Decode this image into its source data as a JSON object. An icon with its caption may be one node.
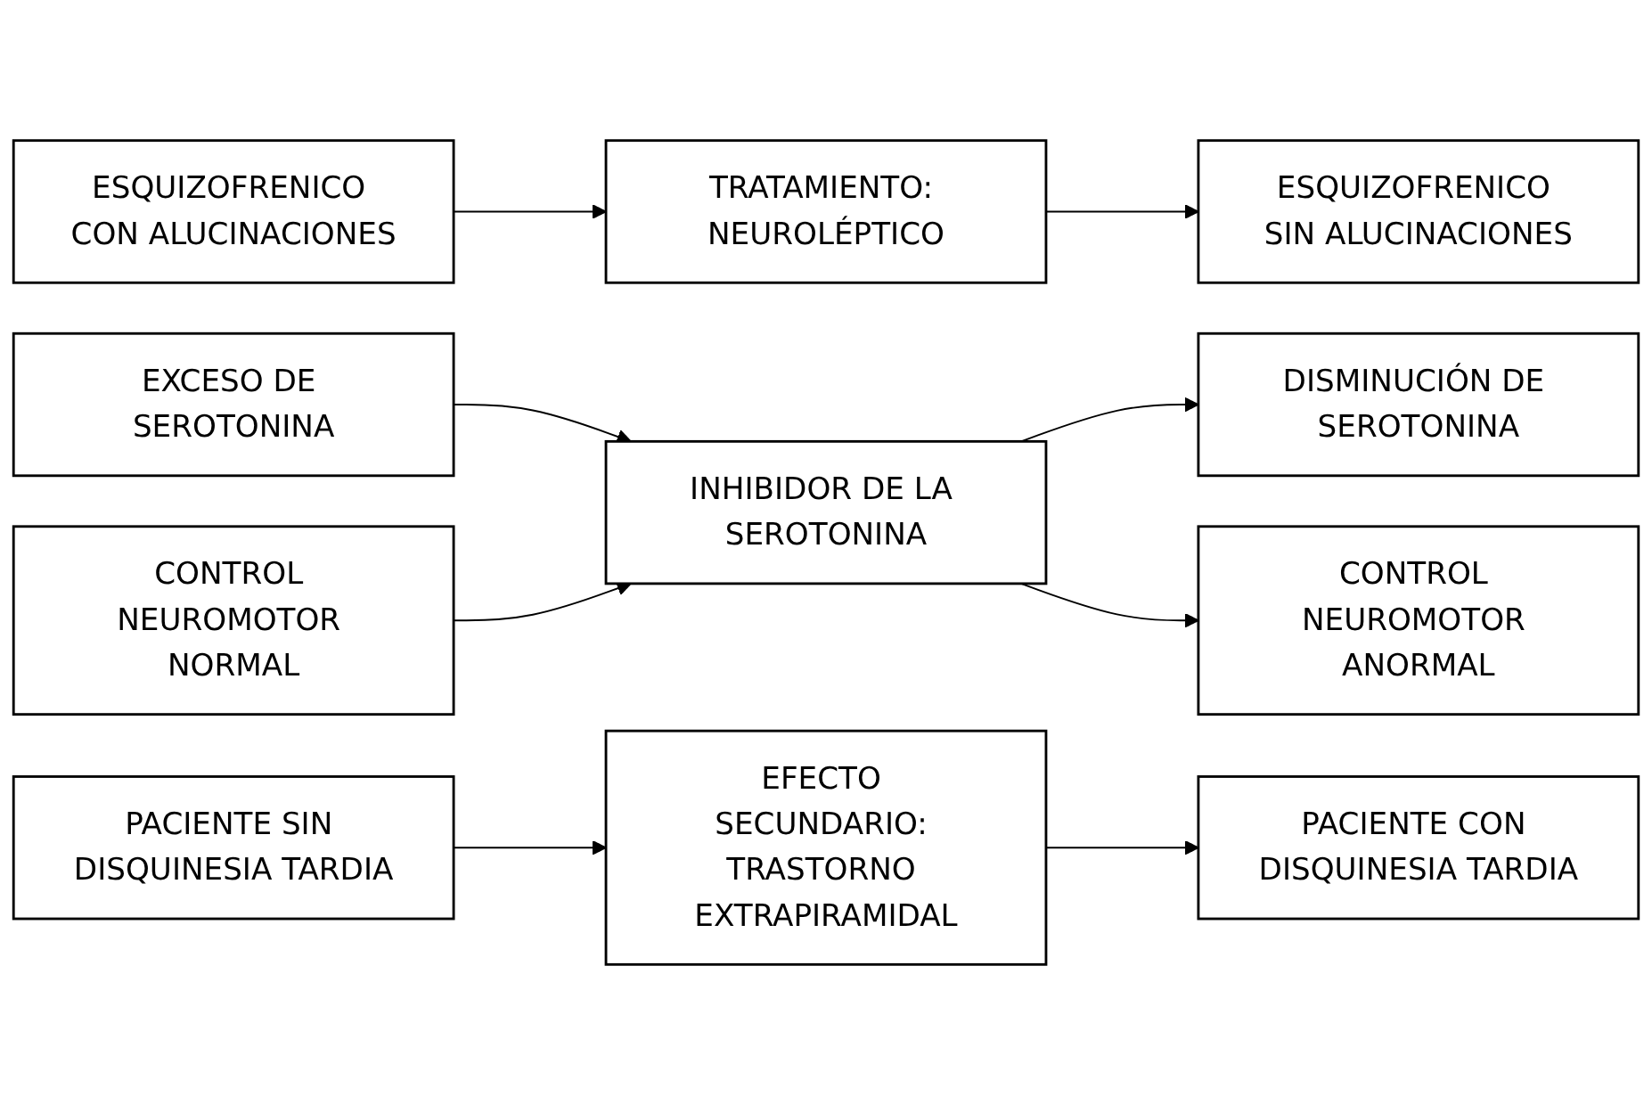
{
  "diagram": {
    "nodes": [
      {
        "text": [
          "ESQUIZOFRENICO CON ALUCINACIONES"
        ]
      },
      {
        "text": [
          "TRATAMIENTO: NEUROLÉPTICO"
        ]
      },
      {
        "text": [
          "ESQUIZOFRENICO SIN ALUCINACIONES"
        ]
      },
      {
        "text": [
          "EXCESO DE SEROTONINA"
        ]
      },
      {
        "text": [
          "CONTROL NEUROMOTOR NORMAL"
        ]
      },
      {
        "text": [
          "INHIBIDOR DE LA SEROTONINA"
        ]
      },
      {
        "text": [
          "DISMINUCIÓN DE SEROTONINA"
        ]
      },
      {
        "text": [
          "CONTROL NEUROMOTOR ANORMAL"
        ]
      },
      {
        "text": [
          "PACIENTE SIN DISQUINESIA TARDIA"
        ]
      },
      {
        "text": [
          "EFECTO SECUNDARIO: TRASTORNO EXTRAPIRAMIDAL"
        ]
      },
      {
        "text": [
          "PACIENTE CON DISQUINESIA TARDIA"
        ]
      }
    ],
    "edges": [
      {
        "from": 0,
        "to": 1,
        "arrow": "to"
      },
      {
        "from": 1,
        "to": 2,
        "arrow": "to"
      },
      {
        "from": 3,
        "to": 5,
        "arrow": "to"
      },
      {
        "from": 4,
        "to": 5,
        "arrow": "to"
      },
      {
        "from": 5,
        "to": 6,
        "arrow": "to"
      },
      {
        "from": 5,
        "to": 7,
        "arrow": "to"
      },
      {
        "from": 8,
        "to": 9,
        "arrow": "to"
      },
      {
        "from": 9,
        "to": 10,
        "arrow": "to"
      }
    ]
  }
}
